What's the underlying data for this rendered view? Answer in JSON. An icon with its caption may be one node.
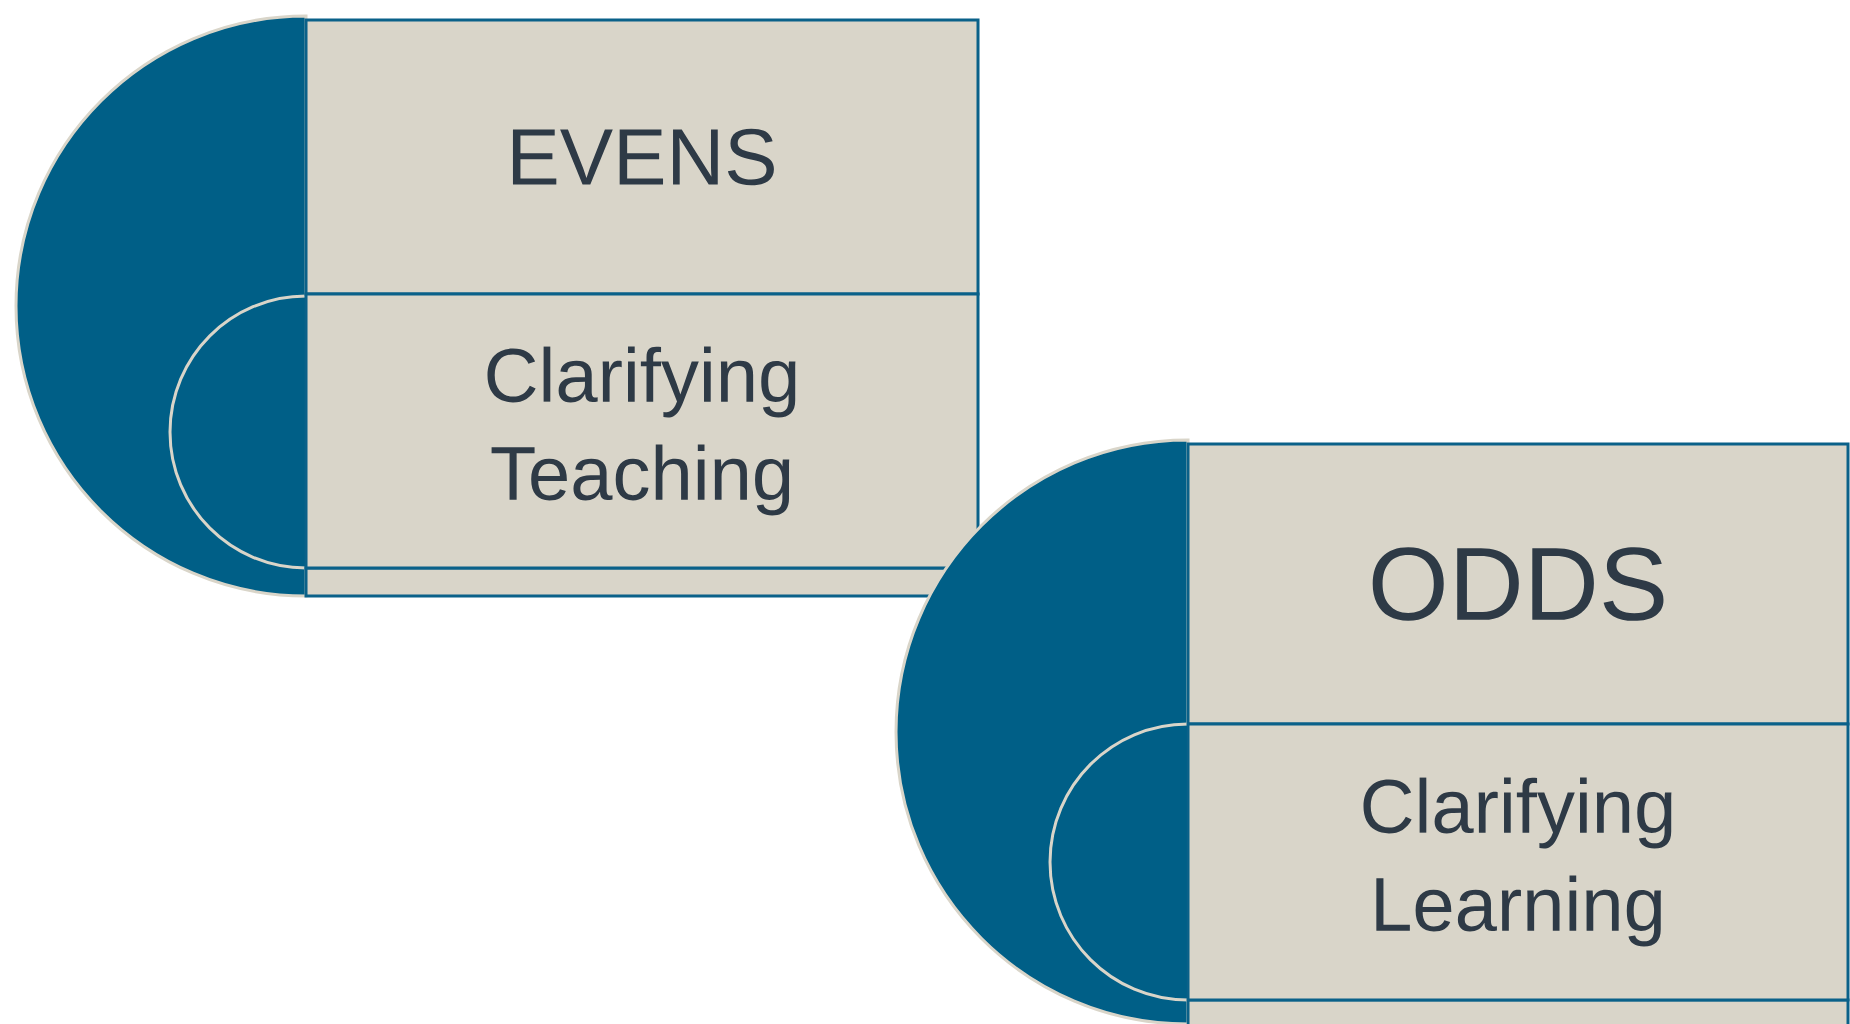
{
  "diagram": {
    "nodes": [
      {
        "text": [
          "EVENS"
        ]
      },
      {
        "text": [
          "Clarifying Teaching"
        ]
      },
      {
        "text": [
          "ODDS"
        ]
      },
      {
        "text": [
          "Clarifying Learning"
        ]
      }
    ]
  }
}
